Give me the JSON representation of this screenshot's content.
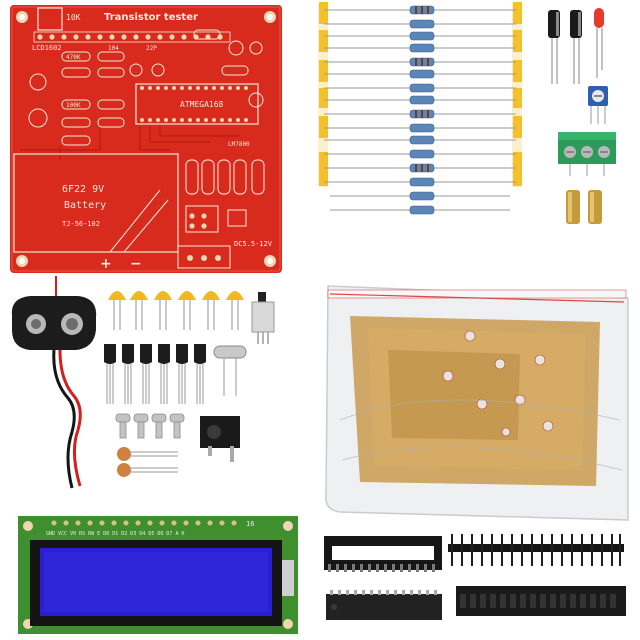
{
  "pcb": {
    "title": "Transistor tester",
    "lcd_label": "LCD1602",
    "chip_label": "ATMEGA168",
    "battery_type": "6F22 9V",
    "battery_word": "Battery",
    "board_code": "TJ-56-102",
    "dc_label": "DC5.5-12V",
    "pot_label": "10K",
    "regulator_label": "LM7800",
    "cap_label_1": "104",
    "cap_label_2": "22P",
    "res_label_1": "470K",
    "res_label_2": "100K",
    "plus_sign": "+",
    "minus_sign": "−"
  },
  "lcd_module": {
    "header_label": "16",
    "pins_label": "GND VCC V0 RS RW E D0 D1 D2 D3 D4 D5 D6 D7 A K"
  },
  "colors": {
    "pcb_red": "#d92a1e",
    "lcd_pcb_green": "#3f8f2e",
    "lcd_screen_blue": "#2a1fd0",
    "terminal_green": "#2c9a5a",
    "ceramic_cap_yellow": "#f2b821",
    "acrylic_wood": "#c99a4e"
  }
}
